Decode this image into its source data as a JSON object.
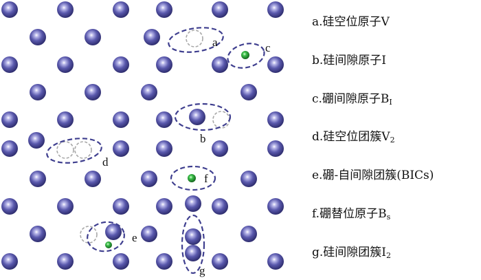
{
  "legend": [
    {
      "label": "a.硅空位原子V",
      "sub": ""
    },
    {
      "label": "b.硅间隙原子I",
      "sub": ""
    },
    {
      "label": "c.硼间隙原子B",
      "sub": "I"
    },
    {
      "label": "d.硅空位团簇V",
      "sub": "2"
    },
    {
      "label": "e.硼-自间隙团簇(BICs)",
      "sub": ""
    },
    {
      "label": "f.硼替位原子B",
      "sub": "s"
    },
    {
      "label": "g.硅间隙团簇I",
      "sub": "2"
    }
  ],
  "tags": {
    "a": "a",
    "b": "b",
    "c": "c",
    "d": "d",
    "e": "e",
    "f": "f",
    "g": "g"
  },
  "colors": {
    "silicon_atom": "#4b4a9a",
    "boron_atom": "#2fa43a",
    "defect_ellipse": "#3f3f8f",
    "vacancy_site": "#a8a8a8"
  }
}
